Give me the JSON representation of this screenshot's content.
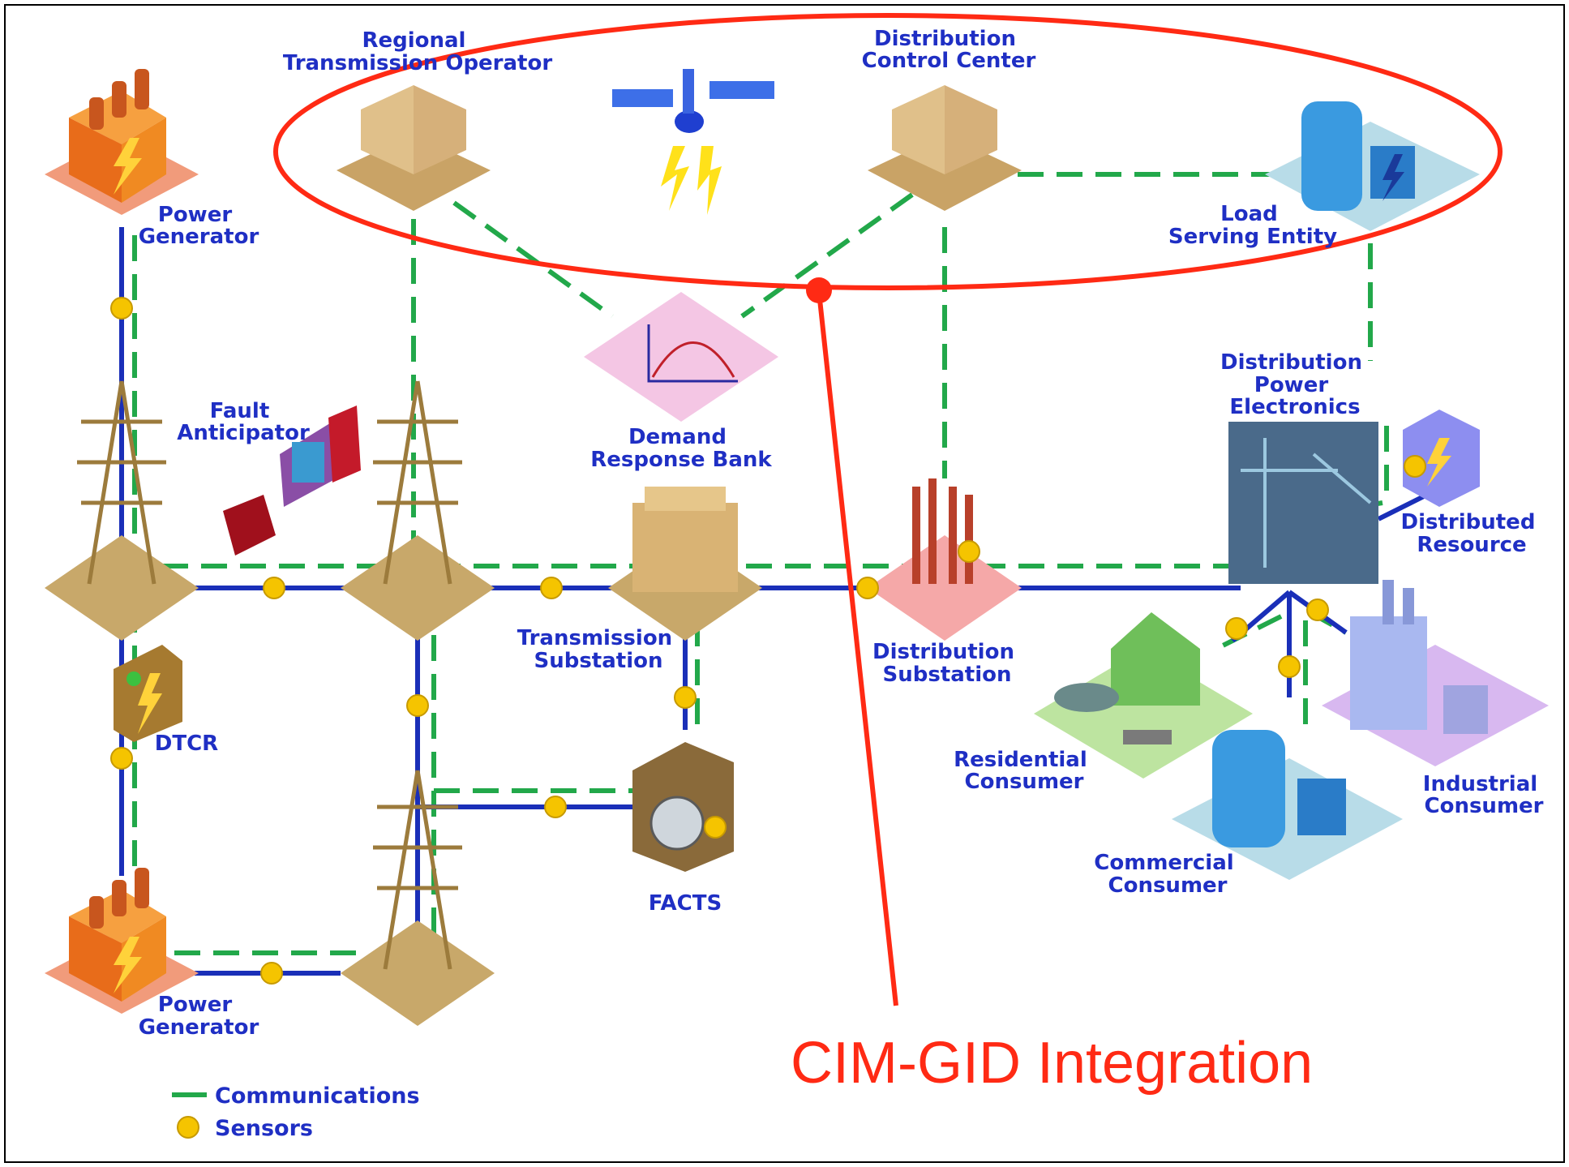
{
  "labels": {
    "rto": [
      "Regional",
      "Transmission Operator"
    ],
    "dcc": [
      "Distribution",
      "Control Center"
    ],
    "power_gen_top": [
      "Power",
      "Generator"
    ],
    "load_serving": [
      "Load",
      "Serving Entity"
    ],
    "fault": [
      "Fault",
      "Anticipator"
    ],
    "demand_response": [
      "Demand",
      "Response Bank"
    ],
    "dist_power_elec": [
      "Distribution",
      "Power",
      "Electronics"
    ],
    "distributed_resource": [
      "Distributed",
      "Resource"
    ],
    "transmission_sub": [
      "Transmission",
      "Substation"
    ],
    "distribution_sub": [
      "Distribution",
      "Substation"
    ],
    "dtcr": [
      "DTCR"
    ],
    "residential": [
      "Residential",
      "Consumer"
    ],
    "industrial": [
      "Industrial",
      "Consumer"
    ],
    "commercial": [
      "Commercial",
      "Consumer"
    ],
    "facts": [
      "FACTS"
    ],
    "power_gen_bottom": [
      "Power",
      "Generator"
    ]
  },
  "legend": {
    "communications": "Communications",
    "sensors": "Sensors"
  },
  "callout": "CIM-GID Integration",
  "colors": {
    "communications": "#22a84a",
    "power_line": "#1a2fb8",
    "sensor": "#f5c400",
    "highlight": "#ff2a14",
    "label": "#1f2fc4"
  }
}
